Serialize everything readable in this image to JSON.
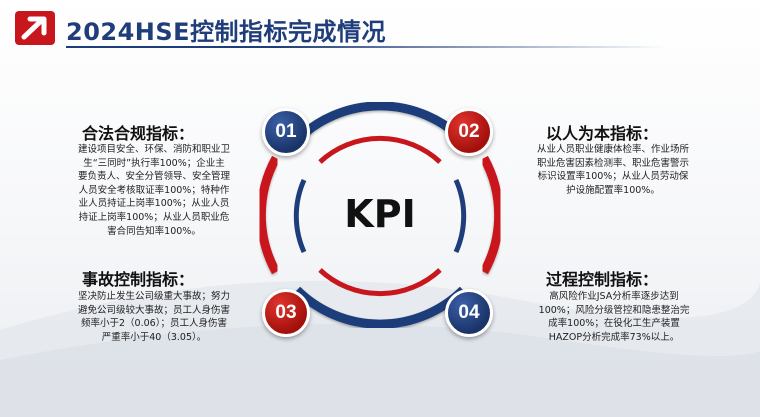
{
  "header": {
    "title": "2024HSE控制指标完成情况",
    "logo_icon": "arrow-up-right-logo-icon",
    "accent_color": "#1f3d7a",
    "logo_color": "#c8161d"
  },
  "center": {
    "label": "KPI"
  },
  "blocks": [
    {
      "badge": "01",
      "badge_color": "#1f3d7a",
      "title": "合法合规指标：",
      "lines": [
        "建设项目安全、环保、消防和职业卫",
        "生“三同时”执行率100%；企业主",
        "要负责人、安全分管领导、安全管理",
        "人员安全考核取证率100%；特种作",
        "业人员持证上岗率100%；从业人员",
        "持证上岗率100%；从业人员职业危",
        "害合同告知率100%。"
      ]
    },
    {
      "badge": "02",
      "badge_color": "#c8161d",
      "title": "以人为本指标：",
      "lines": [
        "从业人员职业健康体检率、作业场所",
        "职业危害因素检测率、职业危害警示",
        "标识设置率100%；从业人员劳动保",
        "护设施配置率100%。"
      ]
    },
    {
      "badge": "03",
      "badge_color": "#c8161d",
      "title": "事故控制指标：",
      "lines": [
        "坚决防止发生公司级重大事故；努力",
        "避免公司级较大事故；员工人身伤害",
        "频率小于2（0.06）；员工人身伤害",
        "严重率小于40（3.05）。"
      ]
    },
    {
      "badge": "04",
      "badge_color": "#1f3d7a",
      "title": "过程控制指标：",
      "lines": [
        "高风险作业JSA分析率逐步达到",
        "100%；风险分级管控和隐患整治完",
        "成率100%；在役化工生产装置",
        "HAZOP分析完成率73%以上。"
      ]
    }
  ]
}
